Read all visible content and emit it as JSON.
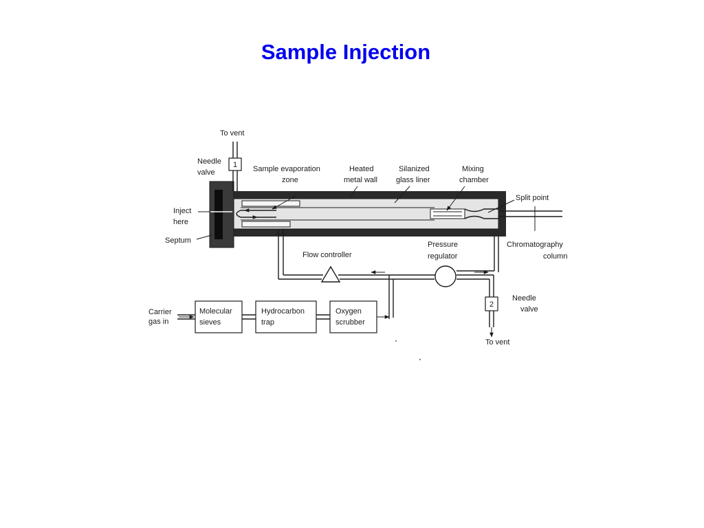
{
  "title": "Sample Injection",
  "labels": {
    "to_vent_top": "To vent",
    "needle_valve_1": [
      "Needle",
      "valve"
    ],
    "valve_1_number": "1",
    "sample_evaporation_zone": [
      "Sample evaporation",
      "zone"
    ],
    "heated_metal_wall": [
      "Heated",
      "metal wall"
    ],
    "silanized_glass_liner": [
      "Silanized",
      "glass liner"
    ],
    "mixing_chamber": [
      "Mixing",
      "chamber"
    ],
    "split_point": "Split point",
    "inject_here": [
      "Inject",
      "here"
    ],
    "septum": "Septum",
    "flow_controller": "Flow controller",
    "pressure_regulator": [
      "Pressure",
      "regulator"
    ],
    "chromatography_column": [
      "Chromatography",
      "column"
    ],
    "carrier_gas_in": [
      "Carrier",
      "gas in"
    ],
    "molecular_sieves": [
      "Molecular",
      "sieves"
    ],
    "hydrocarbon_trap": [
      "Hydrocarbon",
      "trap"
    ],
    "oxygen_scrubber": [
      "Oxygen",
      "scrubber"
    ],
    "valve_2_number": "2",
    "needle_valve_2": [
      "Needle",
      "valve"
    ],
    "to_vent_bottom": "To vent"
  }
}
